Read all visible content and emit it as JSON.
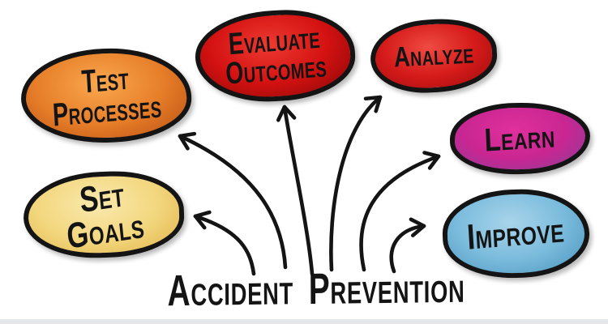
{
  "title": {
    "text": "Accident Prevention"
  },
  "canvas": {
    "background": "#FFFFFF",
    "ink": "#141414",
    "bottom_strip_color": "#E4E8EA"
  },
  "nodes": [
    {
      "id": "test-processes",
      "label": "Test Processes",
      "shape": "ellipse",
      "colors": {
        "center": "#F9A84E",
        "mid": "#E77E29",
        "edge": "#BC5414"
      }
    },
    {
      "id": "evaluate-outcomes",
      "label": "Evaluate Outcomes",
      "shape": "ellipse",
      "colors": {
        "center": "#EE3A31",
        "mid": "#D31111",
        "edge": "#8D0808"
      }
    },
    {
      "id": "analyze",
      "label": "Analyze",
      "shape": "ellipse",
      "colors": {
        "center": "#EF4B42",
        "mid": "#D51A1A",
        "edge": "#A30E0E"
      }
    },
    {
      "id": "learn",
      "label": "Learn",
      "shape": "ellipse",
      "colors": {
        "center": "#E0309C",
        "mid": "#C92692",
        "edge": "#8E3C98"
      }
    },
    {
      "id": "improve",
      "label": "Improve",
      "shape": "ellipse",
      "colors": {
        "center": "#A9D5EB",
        "mid": "#7ABBDC",
        "edge": "#4E97C0"
      }
    },
    {
      "id": "set-goals",
      "label": "Set Goals",
      "shape": "ellipse",
      "colors": {
        "center": "#FAE9AE",
        "mid": "#F3D77F",
        "edge": "#E2B74D"
      }
    }
  ],
  "edges": [
    {
      "from": "accident-prevention",
      "to": "set-goals"
    },
    {
      "from": "accident-prevention",
      "to": "test-processes"
    },
    {
      "from": "accident-prevention",
      "to": "evaluate-outcomes"
    },
    {
      "from": "accident-prevention",
      "to": "analyze"
    },
    {
      "from": "accident-prevention",
      "to": "learn"
    },
    {
      "from": "accident-prevention",
      "to": "improve"
    }
  ]
}
